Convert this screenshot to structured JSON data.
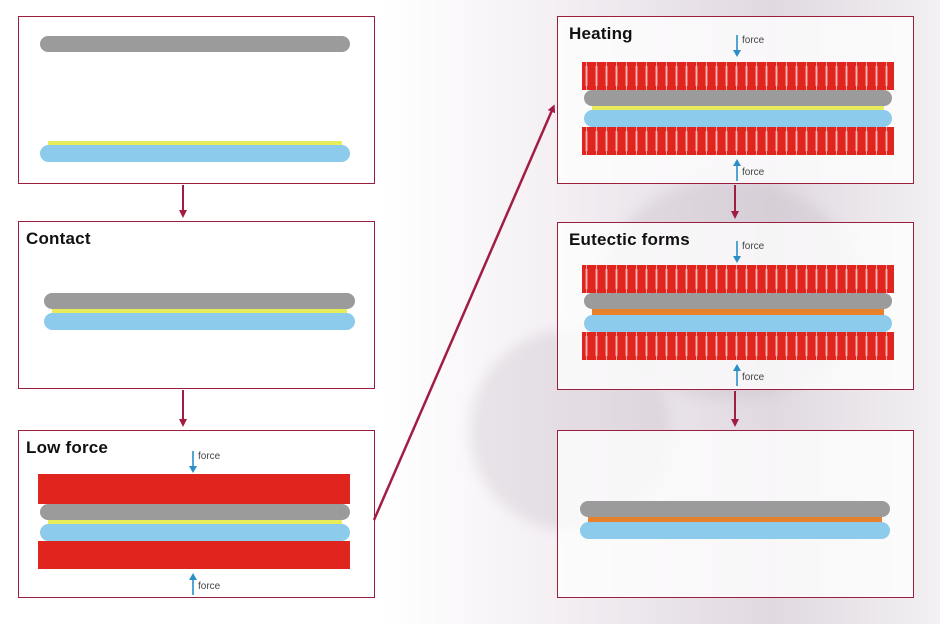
{
  "panels": {
    "panel1": {
      "title": ""
    },
    "contact": {
      "title": "Contact"
    },
    "low_force": {
      "title": "Low force",
      "force_top": "force",
      "force_bottom": "force"
    },
    "heating": {
      "title": "Heating",
      "force_top": "force",
      "force_bottom": "force"
    },
    "eutectic": {
      "title": "Eutectic forms",
      "force_top": "force",
      "force_bottom": "force"
    },
    "final": {
      "title": ""
    }
  },
  "colors": {
    "frame": "#9a1f3e",
    "arrow": "#a11d44",
    "die_gray": "#9b9b9b",
    "substrate_blue": "#8ccbec",
    "solder_yellow": "#e9ec5a",
    "eutectic_orange": "#e8812e",
    "heater_red": "#e0251f",
    "force_arrow": "#2a8fc7"
  }
}
